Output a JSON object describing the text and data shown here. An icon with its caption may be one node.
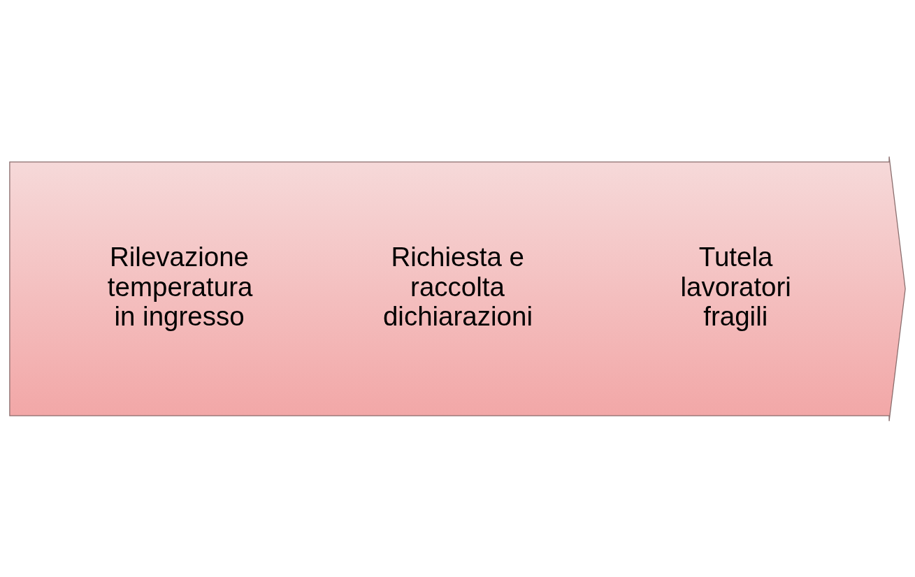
{
  "diagram": {
    "nodes": [
      {
        "text": [
          "Rilevazione temperatura in ingresso",
          "Richiesta e raccolta dichiarazioni",
          "Tutela lavoratori fragili"
        ]
      }
    ]
  }
}
